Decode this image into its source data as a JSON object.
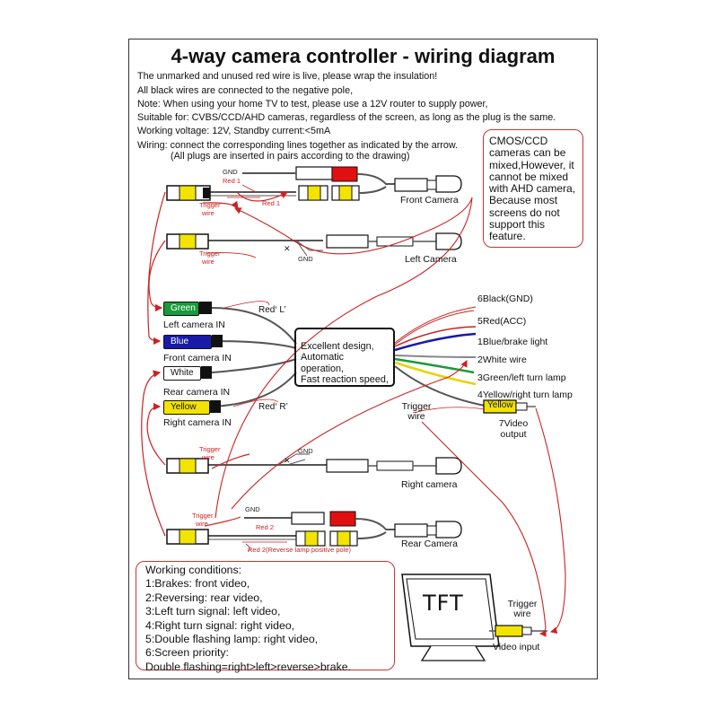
{
  "title": "4-way camera controller - wiring diagram",
  "intro": [
    "The unmarked and unused red wire is live, please wrap the insulation!",
    "All black wires are connected to the negative pole,",
    "Note: When using your home TV to test, please use a 12V router to supply power,",
    "Suitable for: CVBS/CCD/AHD cameras, regardless of the screen, as long as the plug is the same.",
    "Working voltage: 12V,        Standby current:<5mA",
    "Wiring: connect the corresponding lines together as indicated by the arrow.",
    "(All plugs are inserted in pairs according to the drawing)"
  ],
  "note_box": "CMOS/CCD cameras can be mixed,However, it cannot be mixed with AHD camera, Because most screens do not support this feature.",
  "controller_text": [
    "Excellent design,",
    "Automatic operation,",
    "Fast reaction speed,"
  ],
  "inputs": {
    "green_plug": "Green",
    "left_in": "Left camera IN",
    "blue_plug": "Blue",
    "front_in": "Front camera IN",
    "white_plug": "White",
    "rear_in": "Rear camera IN",
    "yellow_plug": "Yellow",
    "right_in": "Right camera IN",
    "red_l": "Red‘ L’",
    "red_r": "Red‘ R’"
  },
  "outputs": {
    "black": "6Black(GND)",
    "red": "5Red(ACC)",
    "blue": "1Blue/brake light",
    "white": "2White wire",
    "green": "3Green/left turn lamp",
    "yellow": "4Yellow/right turn lamp",
    "video_plug": "Yellow",
    "video_output": "7Video output"
  },
  "cameras": {
    "front": "Front Camera",
    "left": "Left Camera",
    "right": "Right camera",
    "rear": "Rear Camera"
  },
  "small": {
    "gnd": "GND",
    "red1_a": "Red 1",
    "red1_b": "Red 1",
    "red2": "Red 2",
    "red2_reverse": "Red 2(Reverse lamp positive pole)",
    "trigger": "Trigger",
    "wire": "wire",
    "x": "✕"
  },
  "trigger_big": "Trigger wire",
  "tft": {
    "label": "TFT",
    "trigger": "Trigger wire",
    "video_input": "Video input"
  },
  "working_conditions": {
    "heading": "Working conditions:",
    "items": [
      "1:Brakes: front video,",
      "2:Reversing: rear video,",
      "3:Left turn signal: left video,",
      "4:Right turn signal: right video,",
      "5:Double flashing lamp: right video,",
      "6:Screen priority:",
      "Double flashing=right>left>reverse>brake."
    ]
  },
  "colors": {
    "red_line": "#cc2222",
    "green": "#1a9a3a",
    "blue": "#1a1aa8",
    "yellow": "#f2e400",
    "wire_gray": "#666666"
  }
}
